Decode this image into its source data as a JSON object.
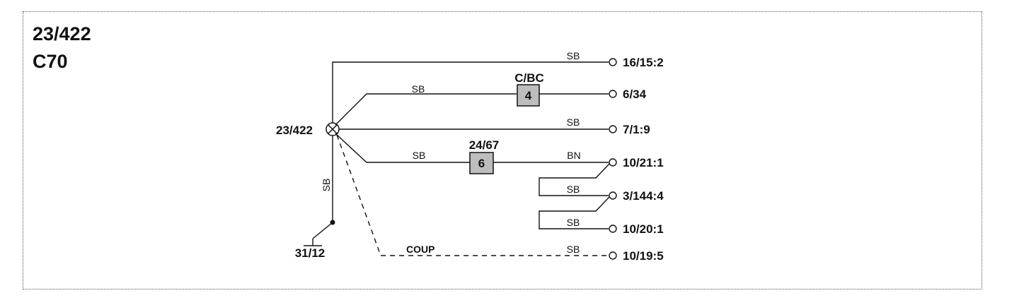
{
  "title": {
    "code": "23/422",
    "model": "C70"
  },
  "ground_point": {
    "label": "23/422"
  },
  "ground_terminal": {
    "label": "31/12"
  },
  "components": [
    {
      "name": "C/BC",
      "number": "4"
    },
    {
      "name": "24/67",
      "number": "6"
    }
  ],
  "connectors": [
    "16/15:2",
    "6/34",
    "7/1:9",
    "10/21:1",
    "3/144:4",
    "10/20:1",
    "10/19:5"
  ],
  "wire_colors": {
    "w1": "SB",
    "w2": "SB",
    "w3": "SB",
    "w4a": "SB",
    "w4b": "BN",
    "w5": "SB",
    "w6": "SB",
    "w7": "SB",
    "w8": "SB"
  },
  "shield_label": "COUP"
}
